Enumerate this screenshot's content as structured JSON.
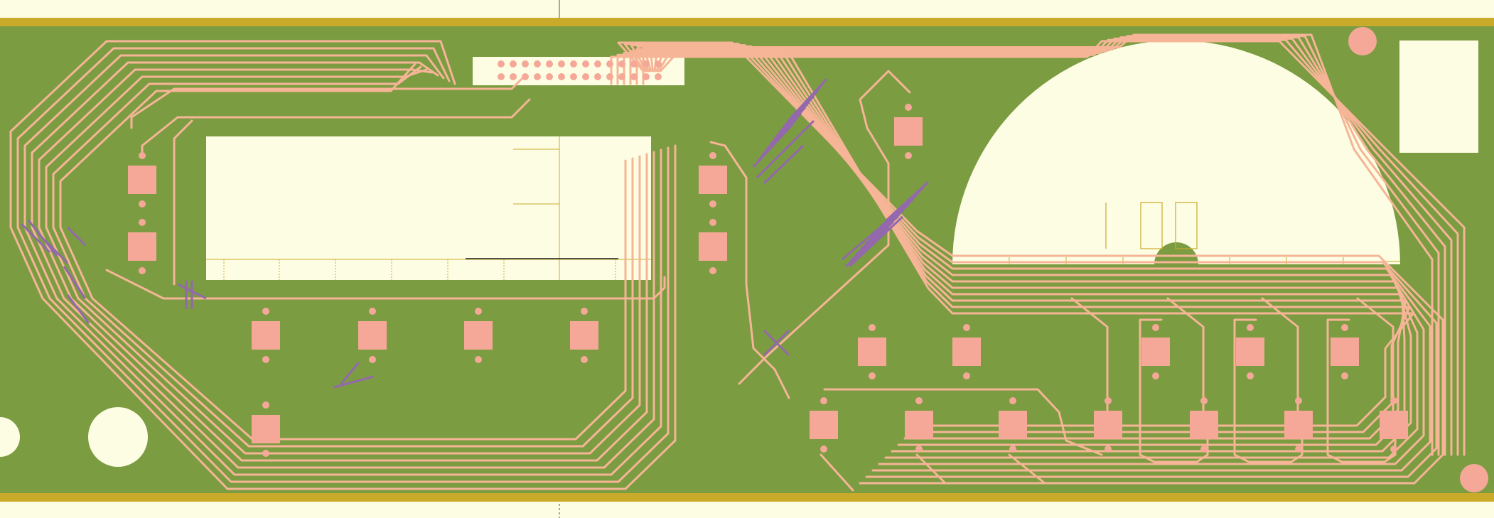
{
  "board": {
    "colors": {
      "background": "#fdfde3",
      "substrate": "#7b9c41",
      "edge": "#c9aa2b",
      "trace": "#f5b596",
      "pad": "#f6a898",
      "jumper": "#9468ad",
      "cutout": "#fdfde3",
      "guide": "#c9aa2b"
    },
    "header_label": "",
    "gauge_label": "100",
    "pad_count": 22,
    "header_pin_count": 14,
    "mounting_holes": 4,
    "board_outline": "rectangle"
  }
}
